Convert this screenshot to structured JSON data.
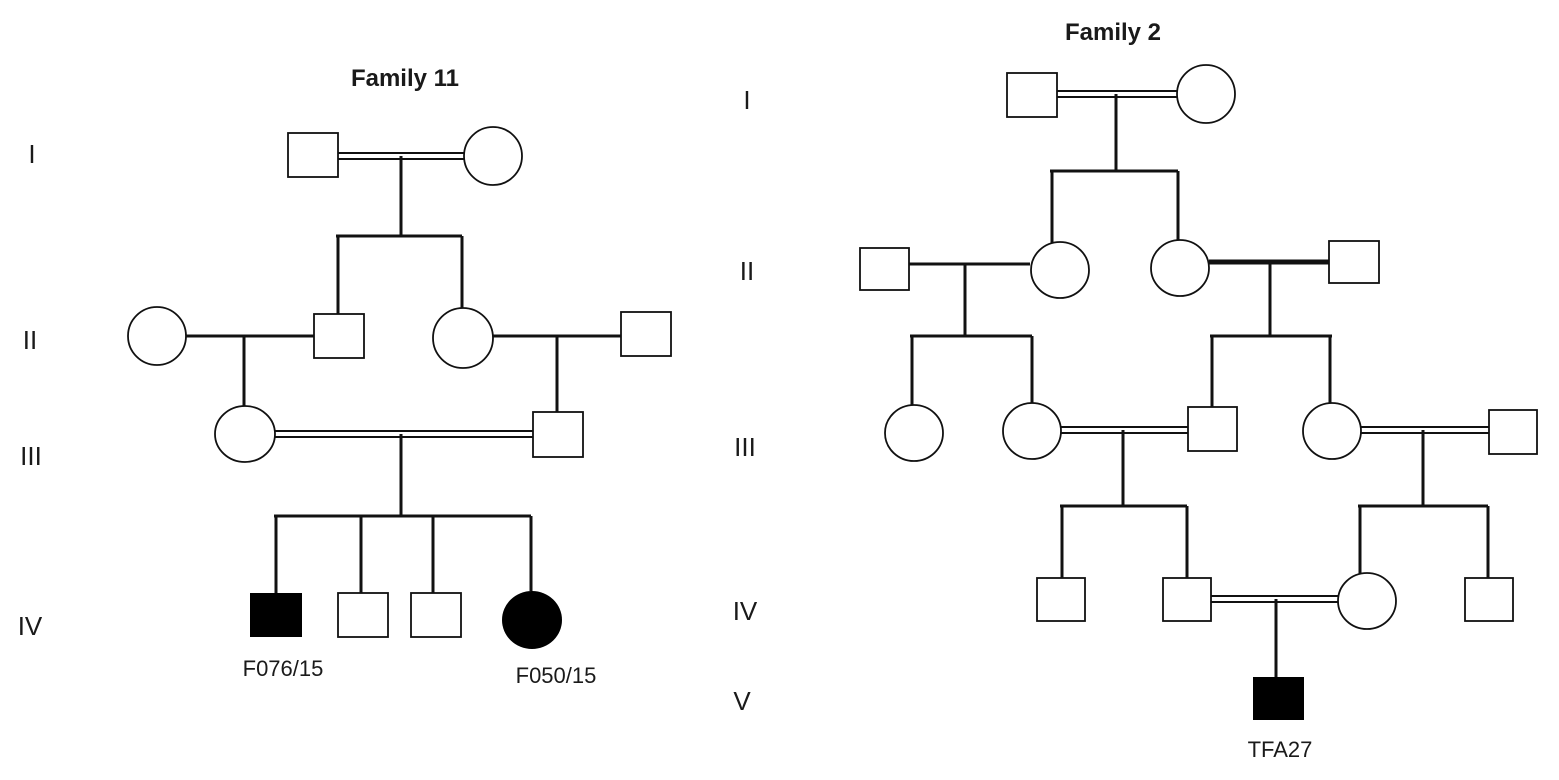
{
  "family11": {
    "title": "Family 11",
    "generations": [
      "I",
      "II",
      "III",
      "IV"
    ],
    "probands": [
      "F076/15",
      "F050/15"
    ]
  },
  "family2": {
    "title": "Family 2",
    "generations": [
      "I",
      "II",
      "III",
      "IV",
      "V"
    ],
    "probands": [
      "TFA27"
    ]
  },
  "colors": {
    "line": "#111111",
    "affected": "#000000",
    "unaffected": "#ffffff"
  }
}
